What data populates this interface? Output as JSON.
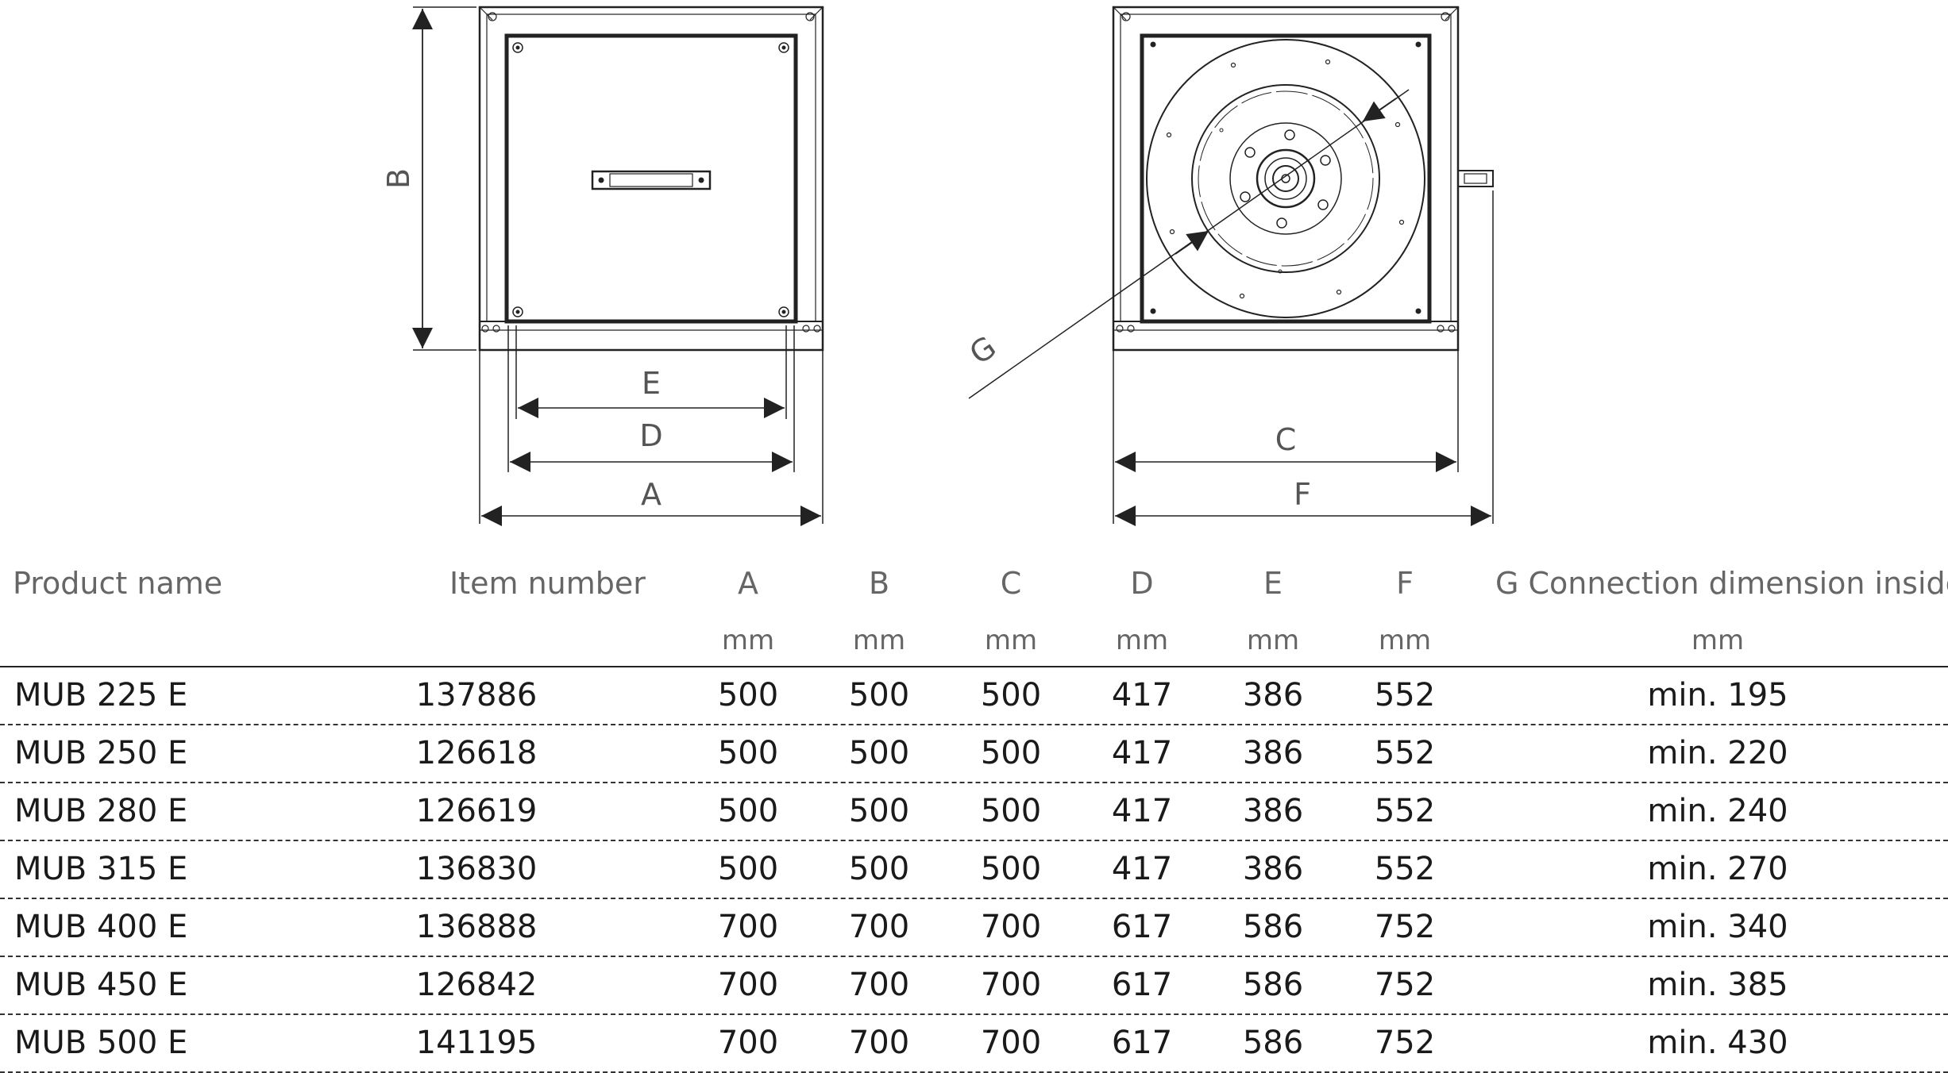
{
  "drawing": {
    "dim_labels": {
      "A": "A",
      "B": "B",
      "C": "C",
      "D": "D",
      "E": "E",
      "F": "F",
      "G": "G"
    }
  },
  "table": {
    "headers": {
      "product_name": "Product name",
      "item_number": "Item number",
      "a": "A",
      "b": "B",
      "c": "C",
      "d": "D",
      "e": "E",
      "f": "F",
      "g": "G Connection dimension inside"
    },
    "units": {
      "a": "mm",
      "b": "mm",
      "c": "mm",
      "d": "mm",
      "e": "mm",
      "f": "mm",
      "g": "mm"
    },
    "rows": [
      {
        "name": "MUB 225 E",
        "item": "137886",
        "a": "500",
        "b": "500",
        "c": "500",
        "d": "417",
        "e": "386",
        "f": "552",
        "g": "min. 195"
      },
      {
        "name": "MUB 250 E",
        "item": "126618",
        "a": "500",
        "b": "500",
        "c": "500",
        "d": "417",
        "e": "386",
        "f": "552",
        "g": "min. 220"
      },
      {
        "name": "MUB 280 E",
        "item": "126619",
        "a": "500",
        "b": "500",
        "c": "500",
        "d": "417",
        "e": "386",
        "f": "552",
        "g": "min. 240"
      },
      {
        "name": "MUB 315 E",
        "item": "136830",
        "a": "500",
        "b": "500",
        "c": "500",
        "d": "417",
        "e": "386",
        "f": "552",
        "g": "min. 270"
      },
      {
        "name": "MUB 400 E",
        "item": "136888",
        "a": "700",
        "b": "700",
        "c": "700",
        "d": "617",
        "e": "586",
        "f": "752",
        "g": "min. 340"
      },
      {
        "name": "MUB 450 E",
        "item": "126842",
        "a": "700",
        "b": "700",
        "c": "700",
        "d": "617",
        "e": "586",
        "f": "752",
        "g": "min. 385"
      },
      {
        "name": "MUB 500 E",
        "item": "141195",
        "a": "700",
        "b": "700",
        "c": "700",
        "d": "617",
        "e": "586",
        "f": "752",
        "g": "min. 430"
      }
    ]
  }
}
